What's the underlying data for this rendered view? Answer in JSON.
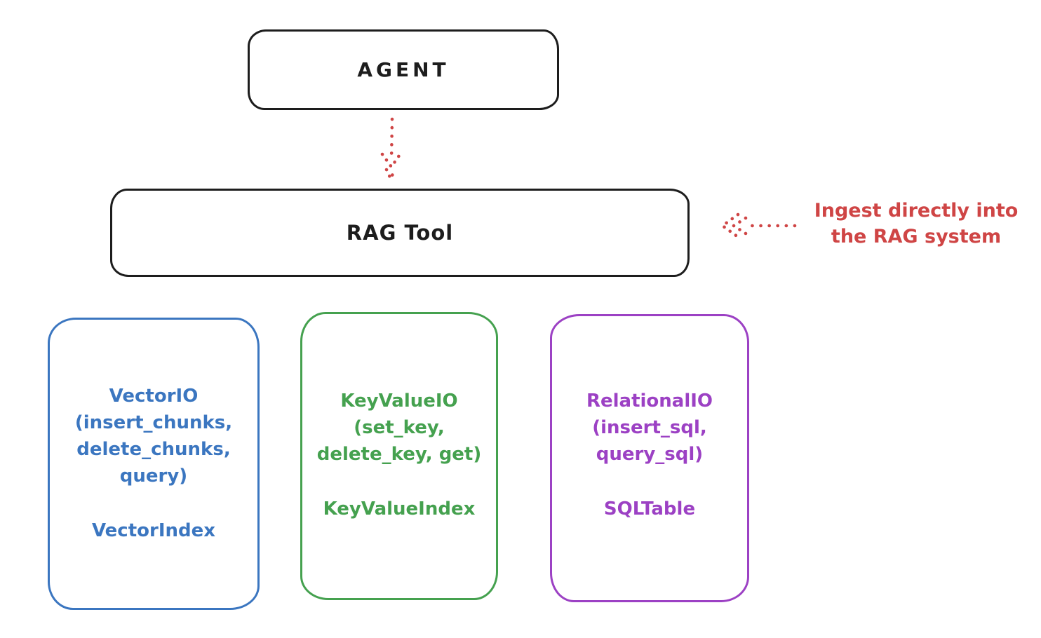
{
  "colors": {
    "ink": "#1d1d1d",
    "red": "#cf4545",
    "blue": "#3b76c0",
    "green": "#45a14f",
    "purple": "#9c41c4"
  },
  "agent_box": {
    "label": "AGENT"
  },
  "rag_tool_box": {
    "label": "RAG Tool"
  },
  "annotation": {
    "line1": "Ingest directly into",
    "line2": "the RAG system"
  },
  "arrows": {
    "agent_to_rag": "red-dotted-down-arrow",
    "ingest": "red-dotted-left-arrow"
  },
  "backends": [
    {
      "name": "vector-io",
      "color": "#3b76c0",
      "io_lines": [
        "VectorIO",
        "(insert_chunks,",
        "delete_chunks,",
        "query)"
      ],
      "index_label": "VectorIndex"
    },
    {
      "name": "keyvalue-io",
      "color": "#45a14f",
      "io_lines": [
        "KeyValueIO",
        "(set_key,",
        "delete_key, get)"
      ],
      "index_label": "KeyValueIndex"
    },
    {
      "name": "relational-io",
      "color": "#9c41c4",
      "io_lines": [
        "RelationalIO",
        "(insert_sql,",
        "query_sql)"
      ],
      "index_label": "SQLTable"
    }
  ]
}
